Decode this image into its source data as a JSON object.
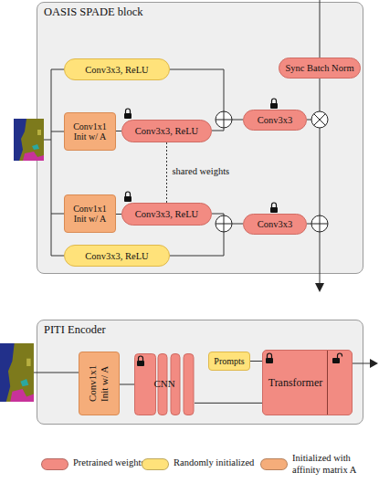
{
  "diagram": {
    "nodes": [
      {
        "text": [
          "OASIS SPADE block"
        ]
      },
      {
        "text": [
          "Conv3x3, ReLU"
        ],
        "in": 0
      },
      {
        "text": [
          "Sync Batch Norm"
        ],
        "in": 0
      },
      {
        "text": [
          "Conv1x1 Init w/ A"
        ],
        "in": 0
      },
      {
        "text": [
          "Conv3x3, ReLU"
        ],
        "in": 0
      },
      {
        "text": [
          "Conv3x3"
        ],
        "in": 0
      },
      {
        "text": [
          "Conv1x1 Init w/ A"
        ],
        "in": 0
      },
      {
        "text": [
          "Conv3x3, ReLU"
        ],
        "in": 0
      },
      {
        "text": [
          "Conv3x3"
        ],
        "in": 0
      },
      {
        "text": [
          "Conv3x3, ReLU"
        ],
        "in": 0
      },
      {
        "text": [
          "PITI Encoder"
        ]
      },
      {
        "text": [
          "Conv1x1 Init w/ A"
        ],
        "in": 10
      },
      {
        "text": [
          "CNN"
        ],
        "in": 10
      },
      {
        "text": [
          "Prompts"
        ],
        "in": 10
      },
      {
        "text": [
          "Transformer"
        ],
        "in": 10
      }
    ],
    "edges": [
      {
        "from": 3,
        "to": 4,
        "arrow": "none"
      },
      {
        "from": 6,
        "to": 7,
        "arrow": "none"
      },
      {
        "from": 4,
        "to": 7,
        "label": "shared weights",
        "arrow": "none"
      },
      {
        "from": 11,
        "to": 12,
        "arrow": "none"
      },
      {
        "from": 12,
        "to": 14,
        "arrow": "none"
      },
      {
        "from": 13,
        "to": 14,
        "arrow": "none"
      }
    ],
    "legend": [
      {
        "text": "Pretrained weights",
        "color": "#f28b82"
      },
      {
        "text": "Randomly initialized",
        "color": "#ffe27a"
      },
      {
        "text": "Initialized with affinity matrix A",
        "color": "#f5ad7a"
      }
    ]
  }
}
